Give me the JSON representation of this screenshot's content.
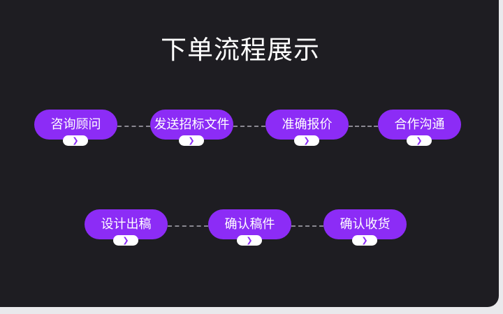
{
  "title": "下单流程展示",
  "steps": [
    {
      "label": "咨询顾问"
    },
    {
      "label": "发送招标文件"
    },
    {
      "label": "准确报价"
    },
    {
      "label": "合作沟通"
    },
    {
      "label": "设计出稿"
    },
    {
      "label": "确认稿件"
    },
    {
      "label": "确认收货"
    }
  ],
  "arrow_glyph": "❯",
  "colors": {
    "background": "#1e1d22",
    "accent": "#8c2cf6",
    "connector": "#8a8891"
  }
}
